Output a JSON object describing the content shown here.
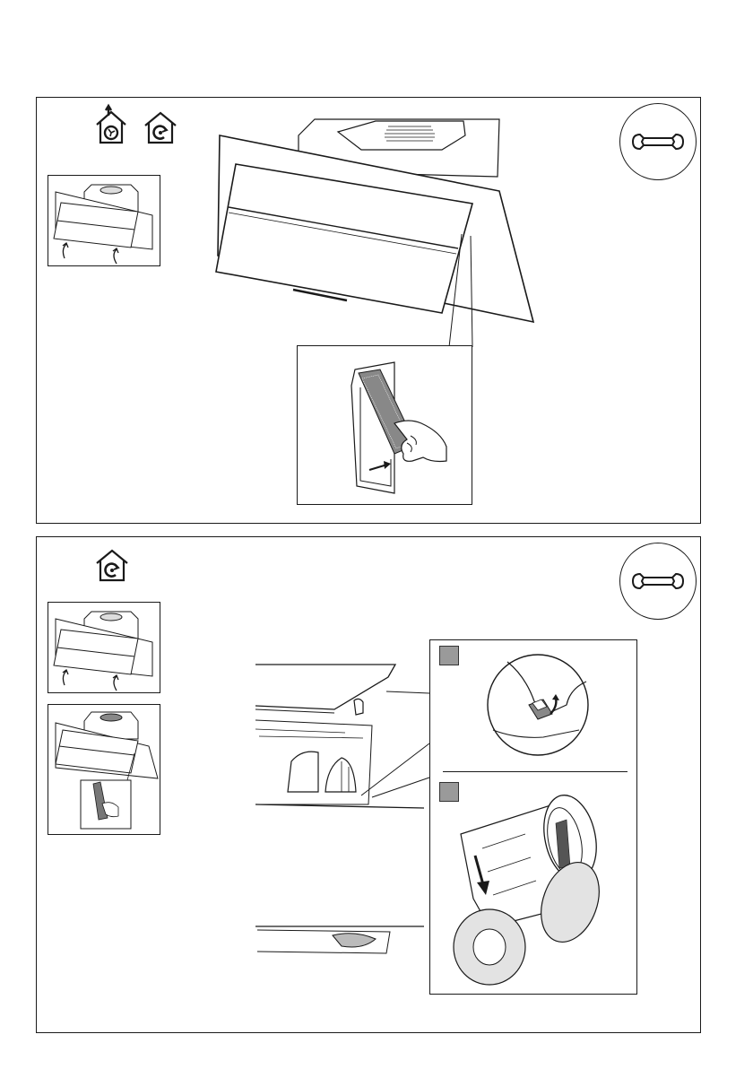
{
  "page": {
    "background": "#ffffff",
    "line_color": "#1a1a1a"
  },
  "panel_top": {
    "mode_icons": [
      "ducted-mode-icon",
      "recirculation-mode-icon"
    ],
    "tool_icon": "wrench-icon",
    "steps": [
      "open-panel",
      "remove-grease-filter"
    ]
  },
  "panel_bottom": {
    "mode_icons": [
      "recirculation-mode-icon"
    ],
    "tool_icon": "wrench-icon",
    "steps": [
      "open-panel",
      "remove-grease-filter",
      "release-latch",
      "remove-carbon-filter"
    ],
    "step_markers": [
      "",
      ""
    ]
  }
}
